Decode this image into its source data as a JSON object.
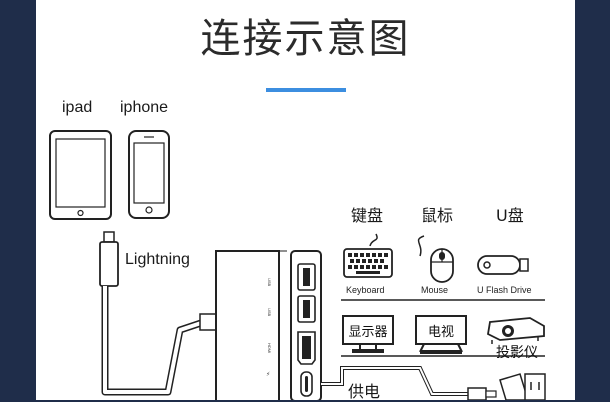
{
  "title": "连接示意图",
  "devices": {
    "ipad_label": "ipad",
    "iphone_label": "iphone"
  },
  "cable": {
    "lightning_label": "Lightning"
  },
  "hub": {
    "port_labels": [
      "USB",
      "USB",
      "HDMI",
      "⚡"
    ]
  },
  "peripherals": {
    "keyboard": {
      "category": "键盘",
      "caption": "Keyboard"
    },
    "mouse": {
      "category": "鼠标",
      "caption": "Mouse"
    },
    "flash": {
      "category": "U盘",
      "caption": "U Flash Drive"
    },
    "monitor": {
      "label": "显示器"
    },
    "tv": {
      "label": "电视"
    },
    "projector": {
      "label": "投影仪"
    },
    "power": {
      "label": "供电"
    }
  },
  "colors": {
    "background": "#1f2d4a",
    "panel": "#ffffff",
    "accent": "#3c8ee0",
    "ink": "#1a1a1a"
  }
}
